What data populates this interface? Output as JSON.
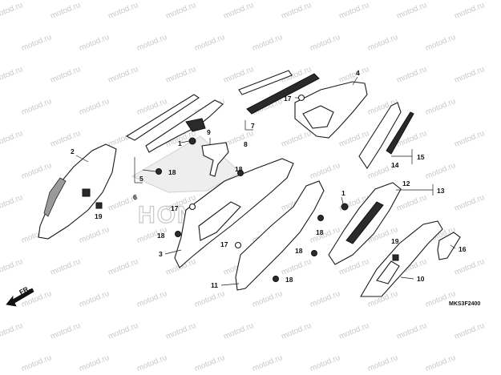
{
  "watermark_text": "motod.ru",
  "brand_logo_text": "HONDA",
  "diagram_code": "MKS3F2400",
  "direction_label": "FR.",
  "callouts": {
    "c1a": "1",
    "c1b": "1",
    "c2": "2",
    "c3": "3",
    "c4": "4",
    "c5": "5",
    "c6": "6",
    "c7": "7",
    "c8": "8",
    "c9": "9",
    "c10": "10",
    "c11": "11",
    "c12": "12",
    "c13": "13",
    "c14": "14",
    "c15": "15",
    "c16": "16",
    "c17a": "17",
    "c17b": "17",
    "c17c": "17",
    "c18a": "18",
    "c18b": "18",
    "c18c": "18",
    "c18d": "18",
    "c18e": "18",
    "c18f": "18",
    "c19a": "19",
    "c19b": "19"
  }
}
